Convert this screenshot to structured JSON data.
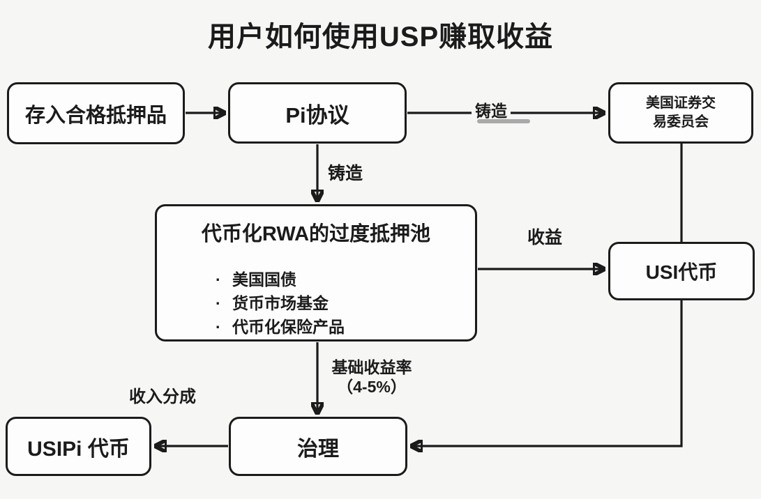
{
  "title": "用户如何使用USP赚取收益",
  "nodes": {
    "deposit_collateral": {
      "label": "存入合格抵押品"
    },
    "pi_protocol": {
      "label": "Pi协议"
    },
    "sec": {
      "lines": [
        "美国证券交",
        "易委员会"
      ]
    },
    "rwa_pool": {
      "title": "代币化RWA的过度抵押池",
      "bullet_char": "·",
      "items": [
        "美国国债",
        "货币市场基金",
        "代币化保险产品"
      ]
    },
    "usi_token": {
      "label": "USI代币"
    },
    "governance": {
      "label": "治理"
    },
    "usipi_token": {
      "label": "USIPi 代币"
    }
  },
  "edges": {
    "pi_to_sec": {
      "label": "铸造"
    },
    "pi_to_pool": {
      "label": "铸造"
    },
    "pool_to_usi": {
      "label": "收益"
    },
    "pool_to_governance": {
      "lines": [
        "基础收益率",
        "（4-5%）"
      ]
    },
    "governance_to_usipi": {
      "label": "收入分成"
    }
  },
  "colors": {
    "background": "#f6f6f4",
    "node_fill": "#fdfdfd",
    "stroke": "#1b1b1b",
    "underline_smudge": "#9b9b9b"
  }
}
